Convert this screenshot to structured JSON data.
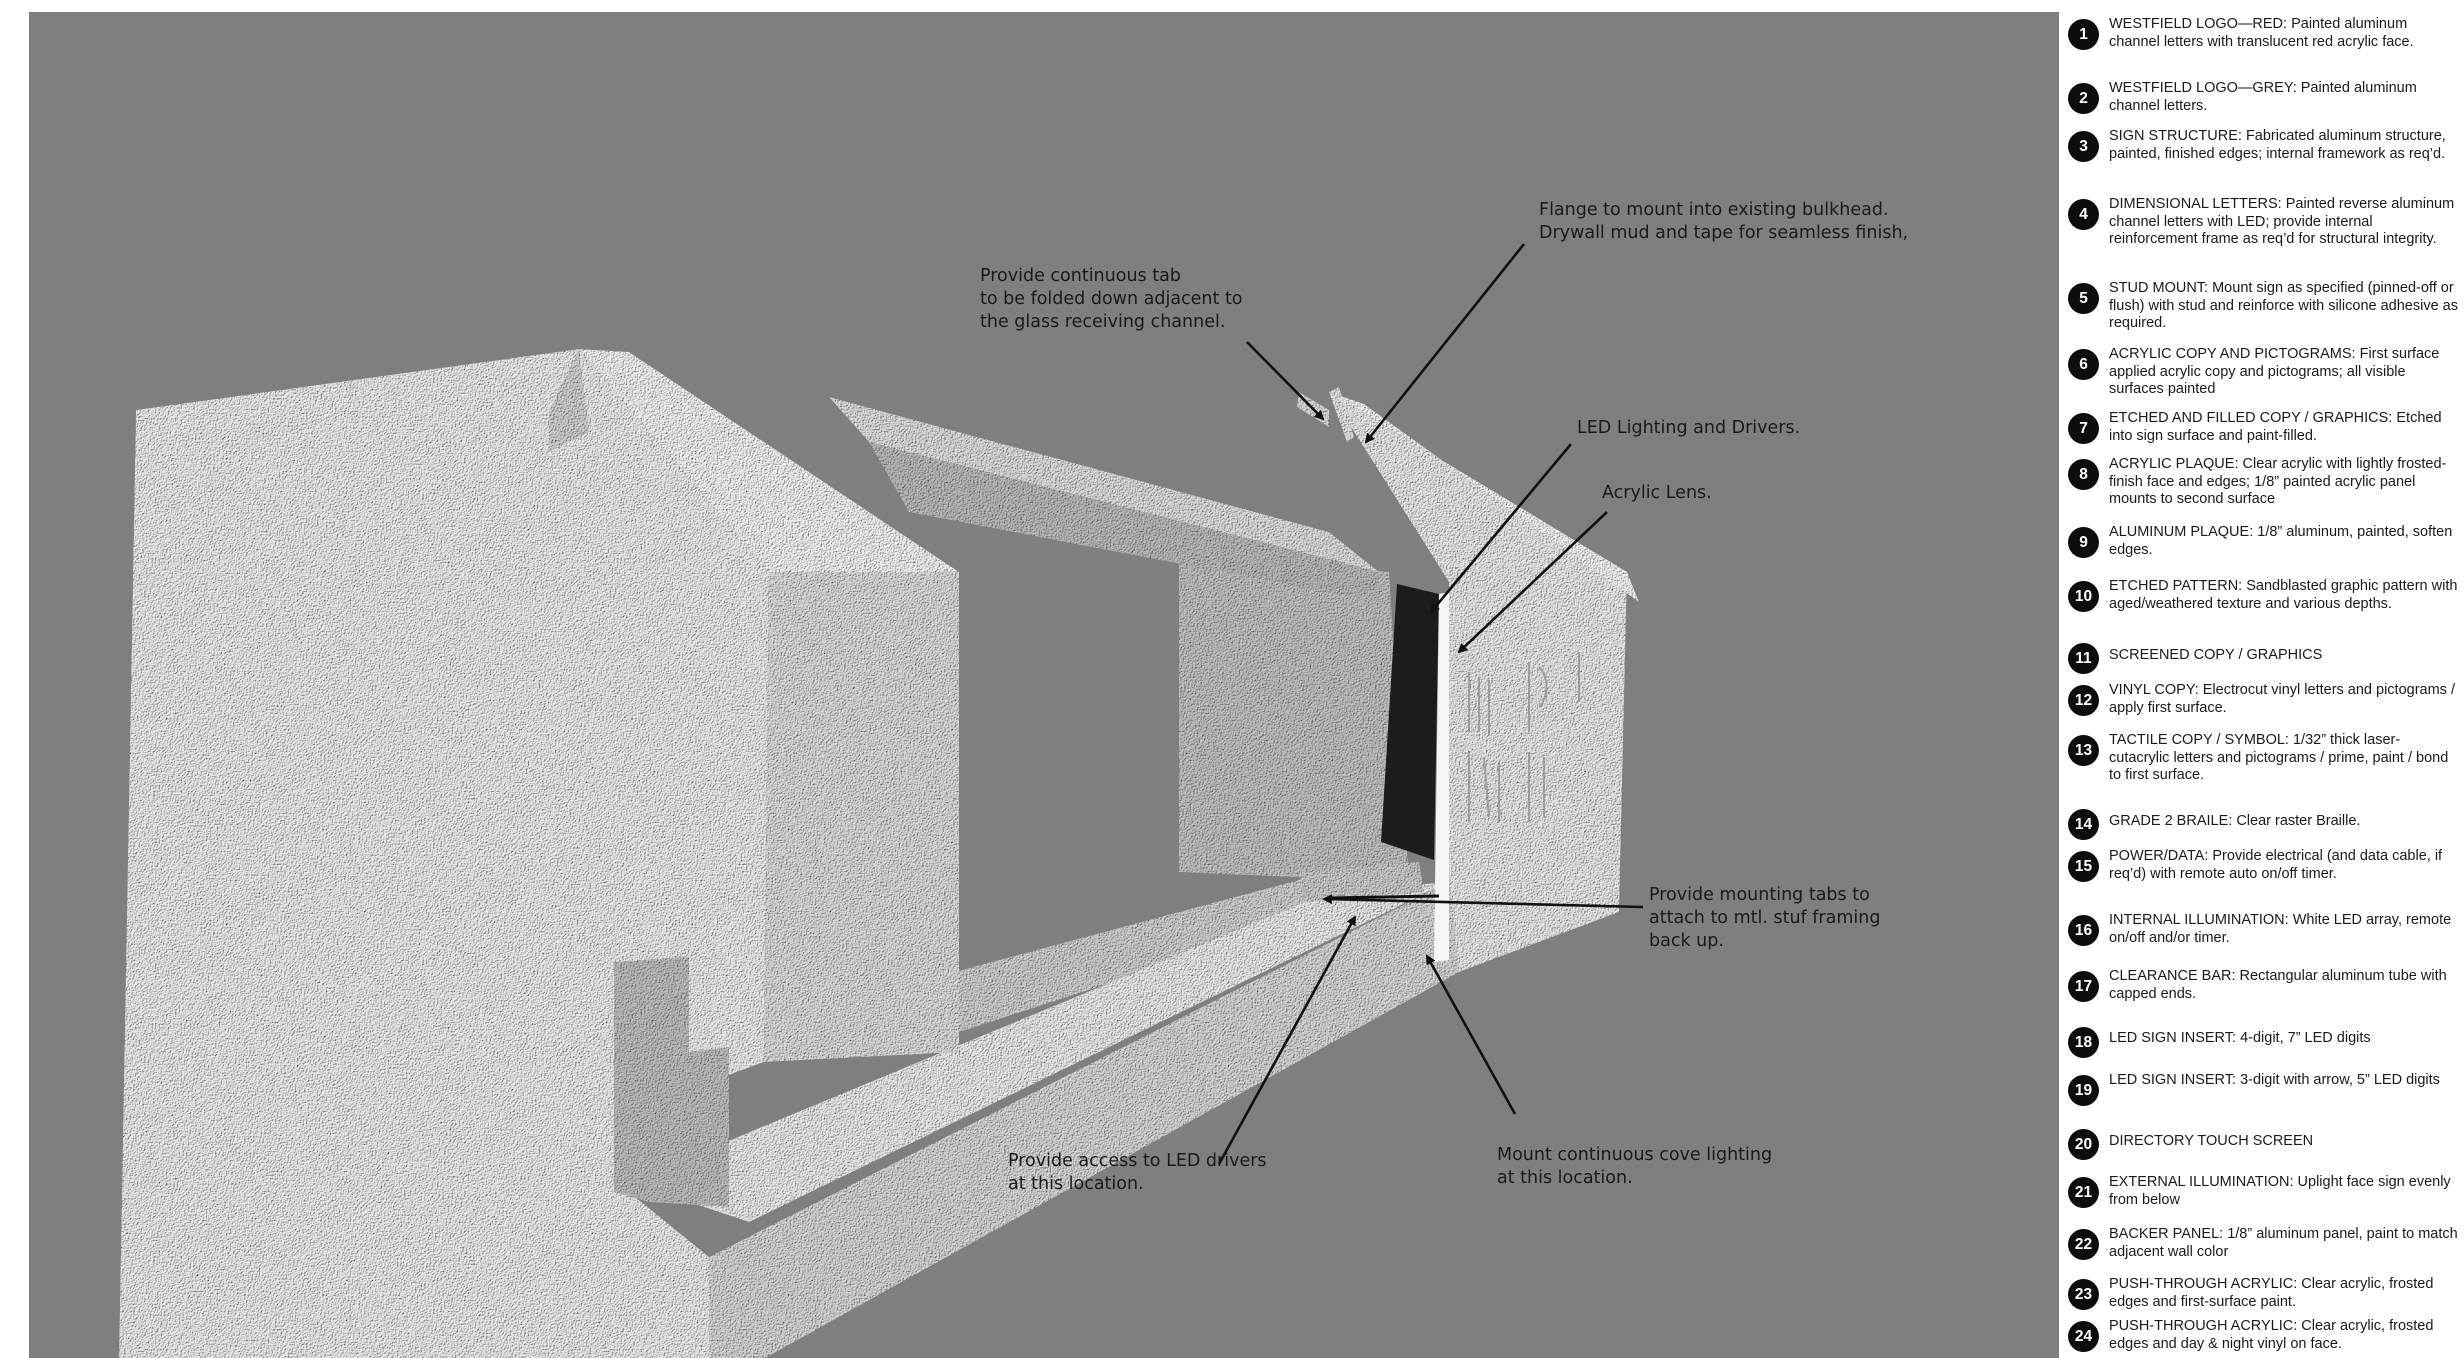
{
  "callouts": [
    {
      "id": "flange",
      "lines": [
        "Flange to mount into existing bulkhead.",
        "Drywall mud and tape for seamless finish,"
      ]
    },
    {
      "id": "tab",
      "lines": [
        "Provide continuous tab",
        "to be folded down adjacent to",
        "the glass receiving channel."
      ]
    },
    {
      "id": "led",
      "lines": [
        "LED Lighting and Drivers."
      ]
    },
    {
      "id": "lens",
      "lines": [
        "Acrylic Lens."
      ]
    },
    {
      "id": "mounting",
      "lines": [
        "Provide mounting tabs to",
        "attach to mtl. stuf framing",
        "back up."
      ]
    },
    {
      "id": "access",
      "lines": [
        "Provide access to LED drivers",
        "at this location."
      ]
    },
    {
      "id": "cove",
      "lines": [
        "Mount continuous cove lighting",
        "at this location."
      ]
    }
  ],
  "legend": [
    {
      "num": "1",
      "text": "WESTFIELD LOGO—RED: Painted aluminum channel letters with translucent red acrylic face."
    },
    {
      "num": "2",
      "text": "WESTFIELD LOGO—GREY: Painted aluminum channel letters."
    },
    {
      "num": "3",
      "text": "SIGN STRUCTURE: Fabricated aluminum structure, painted, finished edges; internal framework as req’d."
    },
    {
      "num": "4",
      "text": "DIMENSIONAL LETTERS: Painted reverse aluminum channel letters with LED; provide internal reinforcement frame as req’d for structural integrity."
    },
    {
      "num": "5",
      "text": "STUD MOUNT: Mount sign as specified (pinned-off or flush) with stud and reinforce with silicone adhesive as required."
    },
    {
      "num": "6",
      "text": "ACRYLIC COPY AND PICTOGRAMS: First surface applied acrylic copy and pictograms; all visible surfaces painted"
    },
    {
      "num": "7",
      "text": "ETCHED AND FILLED COPY / GRAPHICS: Etched into sign surface and paint-filled."
    },
    {
      "num": "8",
      "text": "ACRYLIC PLAQUE: Clear acrylic with lightly frosted-finish face and edges; 1/8” painted acrylic panel mounts to second surface"
    },
    {
      "num": "9",
      "text": "ALUMINUM PLAQUE: 1/8” aluminum, painted, soften edges."
    },
    {
      "num": "10",
      "text": "ETCHED PATTERN: Sandblasted graphic pattern with aged/weathered texture and various depths."
    },
    {
      "num": "11",
      "text": "SCREENED COPY / GRAPHICS"
    },
    {
      "num": "12",
      "text": "VINYL COPY: Electrocut vinyl letters and pictograms / apply first surface."
    },
    {
      "num": "13",
      "text": "TACTILE COPY / SYMBOL: 1/32” thick laser-cutacrylic letters and pictograms / prime, paint / bond to first surface."
    },
    {
      "num": "14",
      "text": "GRADE 2 BRAILE: Clear raster Braille."
    },
    {
      "num": "15",
      "text": "POWER/DATA: Provide electrical (and data cable, if req’d) with remote auto on/off timer."
    },
    {
      "num": "16",
      "text": "INTERNAL ILLUMINATION: White LED array, remote on/off and/or timer."
    },
    {
      "num": "17",
      "text": "CLEARANCE BAR: Rectangular aluminum tube with capped ends."
    },
    {
      "num": "18",
      "text": "LED SIGN INSERT: 4-digit, 7” LED digits"
    },
    {
      "num": "19",
      "text": "LED SIGN INSERT: 3-digit with arrow, 5” LED digits"
    },
    {
      "num": "20",
      "text": "DIRECTORY TOUCH SCREEN"
    },
    {
      "num": "21",
      "text": "EXTERNAL ILLUMINATION: Uplight face sign evenly from below"
    },
    {
      "num": "22",
      "text": "BACKER PANEL: 1/8” aluminum panel, paint to match adjacent wall color"
    },
    {
      "num": "23",
      "text": "PUSH-THROUGH ACRYLIC: Clear acrylic, frosted edges and first-surface paint."
    },
    {
      "num": "24",
      "text": "PUSH-THROUGH ACRYLIC: Clear acrylic, frosted edges and day & night vinyl on face."
    }
  ]
}
